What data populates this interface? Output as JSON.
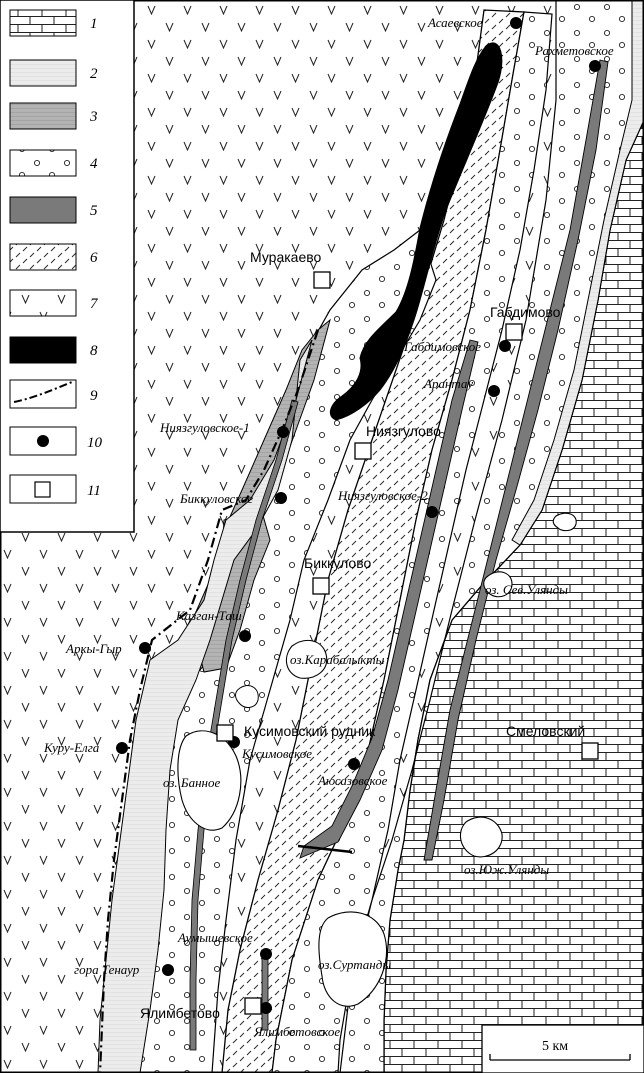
{
  "legend": {
    "items": [
      {
        "number": "1",
        "pattern": "limestone"
      },
      {
        "number": "2",
        "pattern": "light-gray"
      },
      {
        "number": "3",
        "pattern": "medium-gray"
      },
      {
        "number": "4",
        "pattern": "circles"
      },
      {
        "number": "5",
        "pattern": "dark-gray"
      },
      {
        "number": "6",
        "pattern": "dashes"
      },
      {
        "number": "7",
        "pattern": "v-marks"
      },
      {
        "number": "8",
        "pattern": "black"
      },
      {
        "number": "9",
        "pattern": "dash-dot-line"
      },
      {
        "number": "10",
        "pattern": "black-dot"
      },
      {
        "number": "11",
        "pattern": "open-square"
      }
    ]
  },
  "deposits": [
    {
      "name": "Асаевское"
    },
    {
      "name": "Рахметовское"
    },
    {
      "name": "Габдимовское"
    },
    {
      "name": "Арантау"
    },
    {
      "name": "Ниязгуловское-1"
    },
    {
      "name": "Биккуловское"
    },
    {
      "name": "Ниязгуловское-2"
    },
    {
      "name": "Казган-Таш"
    },
    {
      "name": "Аркы-Гыр"
    },
    {
      "name": "Куру-Елга"
    },
    {
      "name": "Кусимовское"
    },
    {
      "name": "Аюсазовское"
    },
    {
      "name": "Аумышевское"
    },
    {
      "name": "гора Тенаур"
    },
    {
      "name": "Ялимбетовское"
    }
  ],
  "settlements": [
    {
      "name": "Муракаево"
    },
    {
      "name": "Габдимово"
    },
    {
      "name": "Ниязгулово"
    },
    {
      "name": "Биккулово"
    },
    {
      "name": "Кусимовский рудник"
    },
    {
      "name": "Смеловский"
    },
    {
      "name": "Ялимбетово"
    }
  ],
  "lakes": [
    {
      "name": "оз. Сев.Улянды"
    },
    {
      "name": "оз.Карабалыкты"
    },
    {
      "name": "оз. Банное"
    },
    {
      "name": "оз.Юж.Улянды"
    },
    {
      "name": "оз.Суртанды"
    }
  ],
  "scale": {
    "label": "5 км"
  }
}
